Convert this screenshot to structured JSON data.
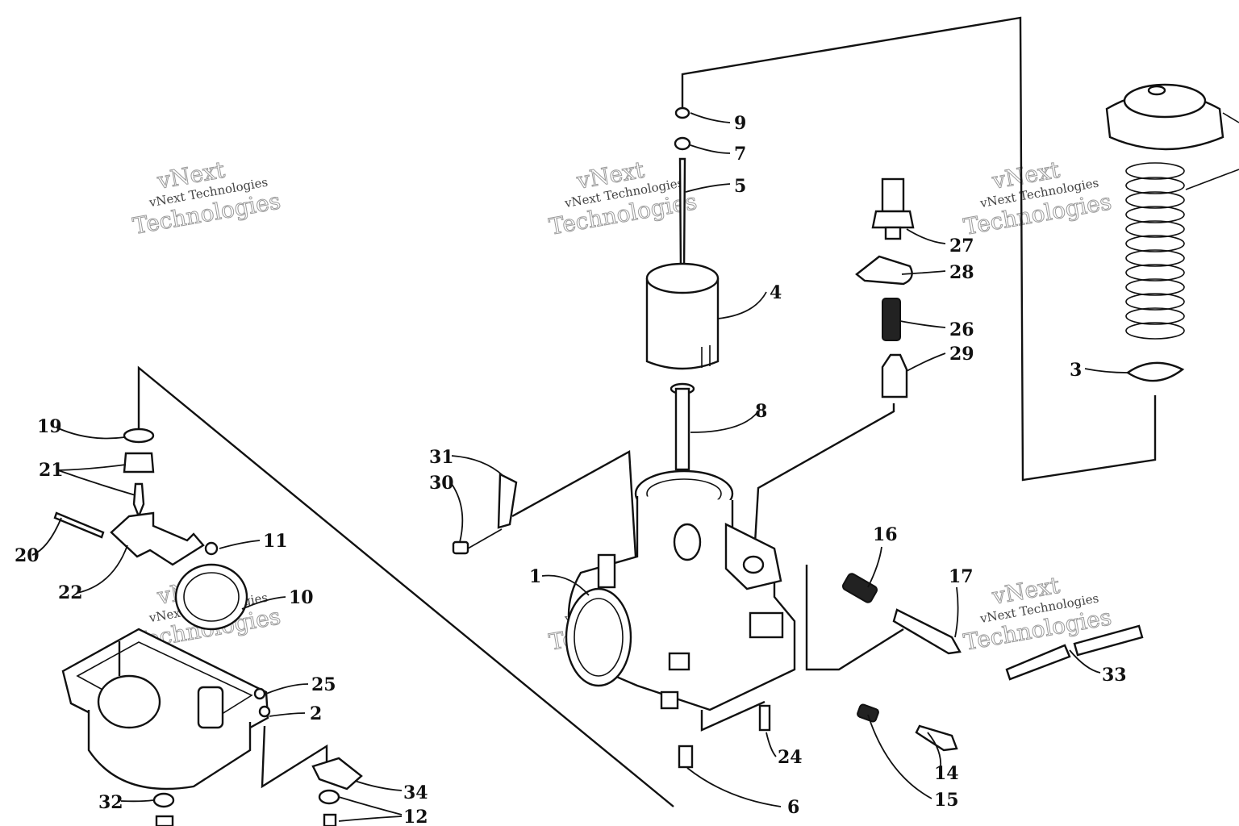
{
  "callouts": [
    "9",
    "7",
    "5",
    "4",
    "27",
    "28",
    "26",
    "29",
    "8",
    "3",
    "31",
    "30",
    "1",
    "19",
    "21",
    "20",
    "22",
    "11",
    "10",
    "25",
    "2",
    "16",
    "17",
    "33",
    "24",
    "14",
    "15",
    "6",
    "32",
    "34",
    "12"
  ],
  "watermark": {
    "line1": "vNext Technologies",
    "line2": "vNext",
    "line3": "Technologies"
  }
}
